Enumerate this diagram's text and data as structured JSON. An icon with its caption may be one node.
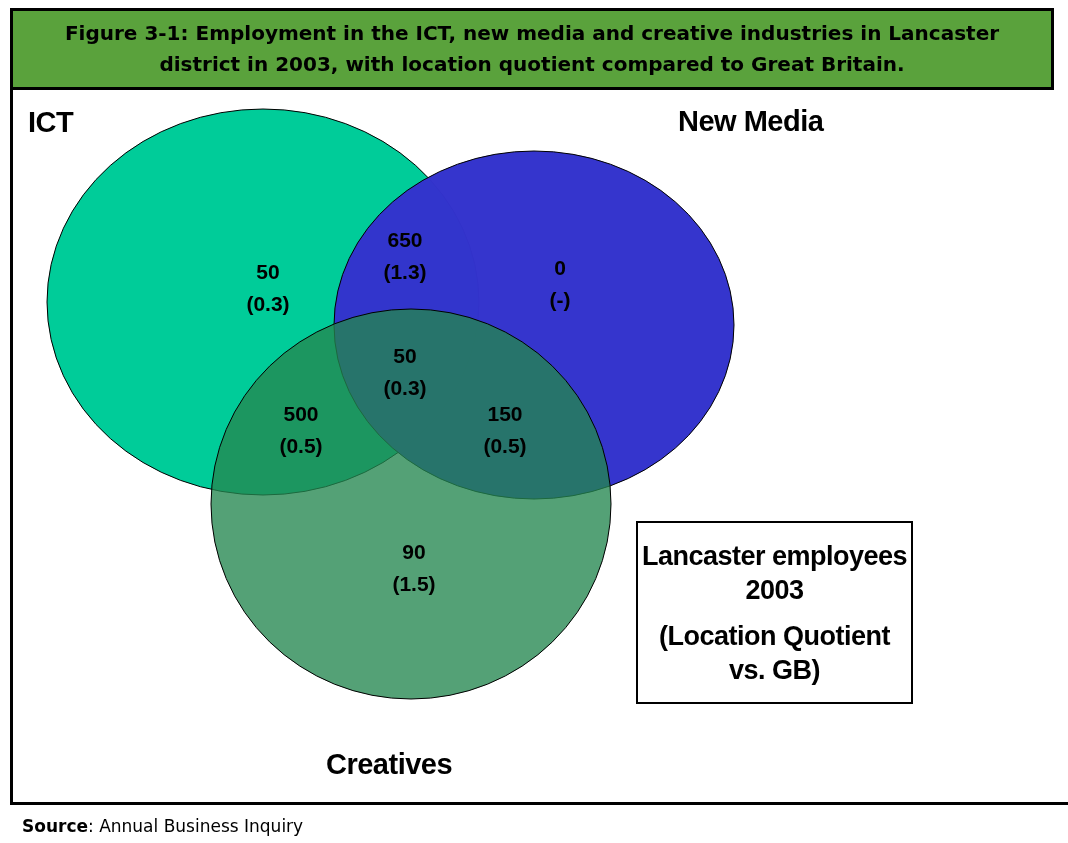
{
  "diagram": {
    "title": "Figure 3-1:  Employment in the ICT, new media and creative industries in Lancaster district in 2003, with location quotient compared to Great Britain.",
    "caption": "**Source**: Annual Business Inquiry",
    "nodes": [
      {
        "text": [
          "ICT"
        ]
      },
      {
        "text": [
          "New Media"
        ]
      },
      {
        "text": [
          "Creatives"
        ]
      },
      {
        "text": [
          "Lancaster employees 2003",
          "(Location Quotient vs. GB)"
        ]
      }
    ],
    "edges": [],
    "labels": [
      "650 (1.3)",
      "50 (0.3)",
      "0 (-)",
      "50 (0.3)",
      "500 (0.5)",
      "150 (0.5)",
      "90 (1.5)"
    ]
  }
}
